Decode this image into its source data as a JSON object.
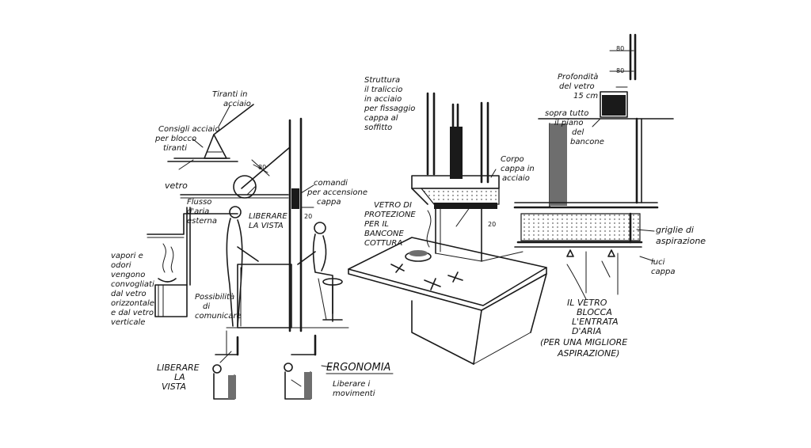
{
  "labels": {
    "consigli_acciaio": [
      "Consigli acciaio",
      "per blocco",
      "tiranti"
    ],
    "tiranti_acciaio": [
      "Tiranti in",
      "acciaio"
    ],
    "vetro": "vetro",
    "flusso_aria": [
      "Flusso",
      "d'aria",
      "esterna"
    ],
    "liberare_vista_mid": [
      "LIBERARE",
      "LA VISTA"
    ],
    "comandi": [
      "comandi",
      "per accensione",
      "cappa"
    ],
    "vapori": [
      "vapori e",
      "odori",
      "vengono",
      "convogliati",
      "dal vetro",
      "orizzontale",
      "e dal vetro",
      "verticale"
    ],
    "possibilita_comunicare": [
      "Possibilità",
      "di",
      "comunicare"
    ],
    "liberare_vista_bottom": [
      "LIBERARE",
      "LA",
      "VISTA"
    ],
    "ergonomia": "ERGONOMIA",
    "liberare_movimenti": [
      "Liberare i",
      "movimenti"
    ],
    "struttura": [
      "Struttura",
      "il traliccio",
      "in acciaio",
      "per fissaggio",
      "cappa al",
      "soffitto"
    ],
    "vetro_protezione": [
      "VETRO DI",
      "PROTEZIONE",
      "PER IL",
      "BANCONE",
      "COTTURA"
    ],
    "corpo_acciaio": [
      "Corpo",
      "cappa in",
      "acciaio"
    ],
    "profondita_vetro": [
      "Profondità",
      "del vetro",
      "15 cm"
    ],
    "sopra_tutto": [
      "sopra tutto",
      "il piano",
      "del",
      "bancone"
    ],
    "griglie": [
      "griglie di",
      "aspirazione"
    ],
    "luci": [
      "luci",
      "cappa"
    ],
    "il_vetro": [
      "IL VETRO",
      "BLOCCA",
      "L'ENTRATA",
      "D'ARIA"
    ],
    "per_migliore": [
      "(PER UNA MIGLIORE",
      "ASPIRAZIONE)"
    ],
    "dims": {
      "d80a": "80",
      "d80b": "80",
      "d80c": "80",
      "d20a": "20",
      "d20b": "20"
    }
  },
  "colors": {
    "ink": "#1a1a1a",
    "paper": "#ffffff",
    "shade": "#6e6e6e"
  }
}
